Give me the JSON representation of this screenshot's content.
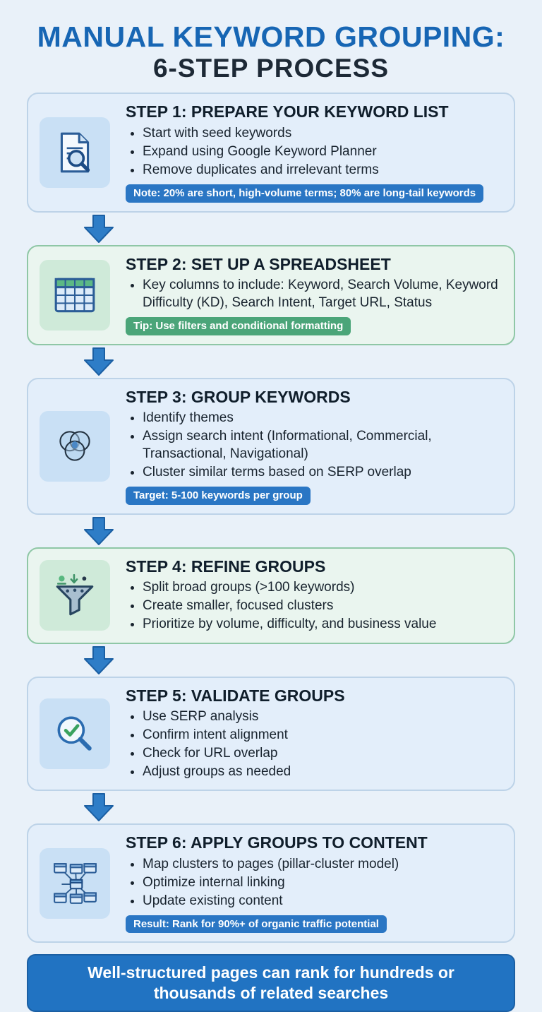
{
  "title": {
    "line1": "MANUAL KEYWORD GROUPING:",
    "line2": "6-STEP PROCESS"
  },
  "steps": [
    {
      "number": 1,
      "theme": "blue",
      "icon": "document-search-icon",
      "title": "STEP 1: PREPARE YOUR KEYWORD LIST",
      "bullets": [
        "Start with seed keywords",
        "Expand using Google Keyword Planner",
        "Remove duplicates and irrelevant terms"
      ],
      "badge": "Note: 20% are short, high-volume terms; 80% are long-tail keywords"
    },
    {
      "number": 2,
      "theme": "green",
      "icon": "spreadsheet-icon",
      "title": "STEP 2: SET UP A SPREADSHEET",
      "bullets": [
        "Key columns to include: Keyword, Search Volume, Keyword Difficulty (KD), Search Intent, Target URL, Status"
      ],
      "badge": "Tip: Use filters and conditional formatting"
    },
    {
      "number": 3,
      "theme": "blue",
      "icon": "venn-diagram-icon",
      "title": "STEP 3: GROUP KEYWORDS",
      "bullets": [
        "Identify themes",
        "Assign search intent (Informational, Commercial, Transactional, Navigational)",
        "Cluster similar terms based on SERP overlap"
      ],
      "badge": "Target: 5-100 keywords per group"
    },
    {
      "number": 4,
      "theme": "green",
      "icon": "funnel-icon",
      "title": "STEP 4: REFINE GROUPS",
      "bullets": [
        "Split broad groups (>100 keywords)",
        "Create smaller, focused clusters",
        "Prioritize by volume, difficulty, and business value"
      ]
    },
    {
      "number": 5,
      "theme": "blue",
      "icon": "magnifier-check-icon",
      "title": "STEP 5: VALIDATE GROUPS",
      "bullets": [
        "Use SERP analysis",
        "Confirm intent alignment",
        "Check for URL overlap",
        "Adjust groups as needed"
      ]
    },
    {
      "number": 6,
      "theme": "blue",
      "icon": "sitemap-icon",
      "title": "STEP 6: APPLY GROUPS TO CONTENT",
      "bullets": [
        "Map clusters to pages (pillar-cluster model)",
        "Optimize internal linking",
        "Update existing content"
      ],
      "badge": "Result: Rank for 90%+ of organic traffic potential"
    }
  ],
  "footer": {
    "text": "Well-structured pages can rank for hundreds or thousands of related searches"
  },
  "colors": {
    "page_background": "#e9f1f9",
    "heading_blue": "#1766b4",
    "heading_dark": "#1d2936",
    "card_blue_bg": "#e3eefa",
    "card_blue_border": "#bdd3e8",
    "card_green_bg": "#eaf5ef",
    "card_green_border": "#8fc7a6",
    "badge_blue": "#2a76c4",
    "badge_green": "#4ba579",
    "arrow_blue": "#2e7dc7",
    "footer_blue": "#2173c2"
  }
}
